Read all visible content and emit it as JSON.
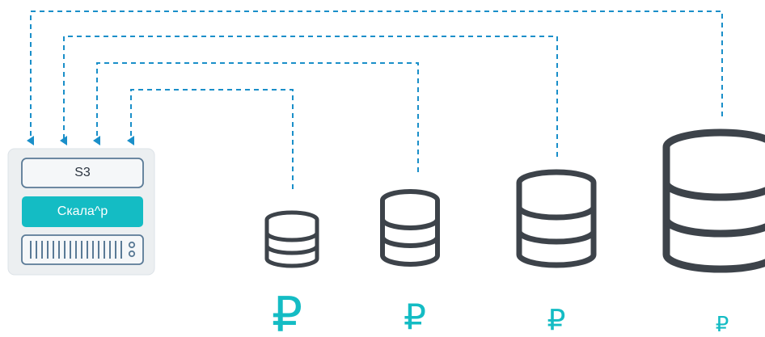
{
  "panel": {
    "s3_label": "S3",
    "product_label": "Скала^р"
  },
  "tiers": [
    {
      "id": "tier-1",
      "currency": "₽"
    },
    {
      "id": "tier-2",
      "currency": "₽"
    },
    {
      "id": "tier-3",
      "currency": "₽"
    },
    {
      "id": "tier-4",
      "currency": "₽"
    }
  ],
  "colors": {
    "arrow": "#1a8fc9",
    "icon": "#3d434a",
    "accent": "#14bcc4",
    "panel_bg": "#eceff1",
    "panel_border": "#dde3e8",
    "box_border": "#5a7a96",
    "box_bg": "#f5f7f9"
  }
}
